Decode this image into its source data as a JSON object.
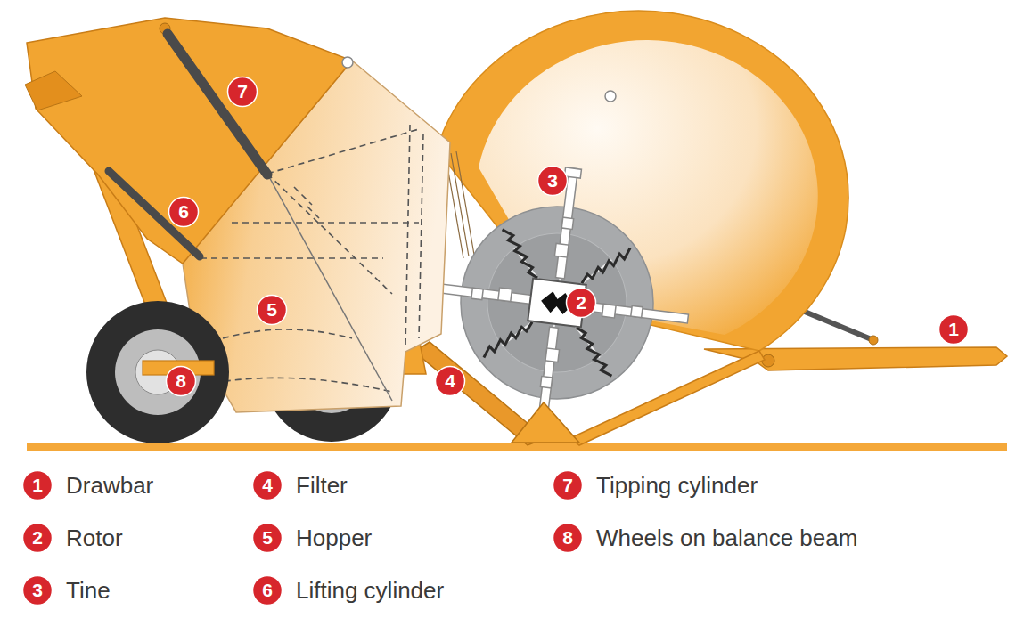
{
  "diagram": {
    "nodes": [
      {
        "text": [
          "7"
        ]
      },
      {
        "text": [
          "3"
        ]
      },
      {
        "text": [
          "6"
        ]
      },
      {
        "text": [
          "2"
        ]
      },
      {
        "text": [
          "5"
        ]
      },
      {
        "text": [
          "1"
        ]
      },
      {
        "text": [
          "4"
        ]
      },
      {
        "text": [
          "8"
        ]
      },
      {
        "text": [
          "1",
          "Drawbar"
        ]
      },
      {
        "text": [
          "4",
          "Filter"
        ]
      },
      {
        "text": [
          "7",
          "Tipping cylinder"
        ]
      },
      {
        "text": [
          "2",
          "Rotor"
        ]
      },
      {
        "text": [
          "5",
          "Hopper"
        ]
      },
      {
        "text": [
          "8",
          "Wheels on balance beam"
        ]
      },
      {
        "text": [
          "3",
          "Tine"
        ]
      },
      {
        "text": [
          "6",
          "Lifting cylinder"
        ]
      }
    ]
  }
}
